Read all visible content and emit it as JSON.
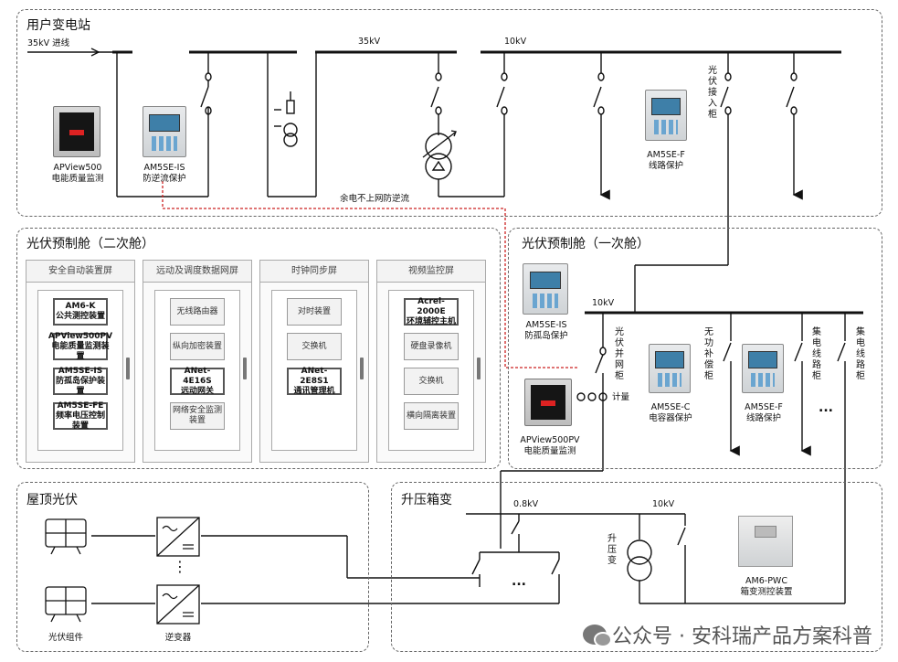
{
  "panels": {
    "substation": "用户变电站",
    "secondary": "光伏预制舱（二次舱）",
    "primary": "光伏预制舱（一次舱）",
    "rooftop": "屋顶光伏",
    "boost": "升压箱变"
  },
  "substation": {
    "incoming_label": "35kV 进线",
    "bus_35kv": "35kV",
    "bus_10kv": "10kV",
    "pv_inlet_cabinet": "光伏接入柜",
    "apview500": "APView500\n电能质量监测",
    "am5se_is": "AM5SE-IS\n防逆流保护",
    "am5se_f": "AM5SE-F\n线路保护",
    "anti_reverse_note": "余电不上网防逆流"
  },
  "secondary": {
    "cabinets": [
      {
        "title": "安全自动装置屏",
        "devices": [
          {
            "text": "AM6-K\n公共测控装置",
            "style": "bold"
          },
          {
            "text": "APView500PV\n电能质量监测装置",
            "style": "bold"
          },
          {
            "text": "AM5SE-IS\n防孤岛保护装置",
            "style": "bold"
          },
          {
            "text": "AM5SE-FE\n频率电压控制装置",
            "style": "bold"
          }
        ]
      },
      {
        "title": "远动及调度数据网屏",
        "devices": [
          {
            "text": "无线路由器",
            "style": "soft"
          },
          {
            "text": "纵向加密装置",
            "style": "soft"
          },
          {
            "text": "ANet-4E16S\n远动网关",
            "style": "bold"
          },
          {
            "text": "网络安全监测装置",
            "style": "soft"
          }
        ]
      },
      {
        "title": "时钟同步屏",
        "devices": [
          {
            "text": "对时装置",
            "style": "soft"
          },
          {
            "text": "交换机",
            "style": "soft"
          },
          {
            "text": "ANet-2E8S1\n通讯管理机",
            "style": "bold"
          }
        ]
      },
      {
        "title": "视频监控屏",
        "devices": [
          {
            "text": "Acrel-2000E\n环境辅控主机",
            "style": "bold"
          },
          {
            "text": "硬盘录像机",
            "style": "soft"
          },
          {
            "text": "交换机",
            "style": "soft"
          },
          {
            "text": "横向隔离装置",
            "style": "soft"
          }
        ]
      }
    ]
  },
  "primary": {
    "bus_10kv": "10kV",
    "am5se_is": "AM5SE-IS\n防孤岛保护",
    "apview500pv": "APView500PV\n电能质量监测",
    "pv_grid_cabinet": "光伏并网柜",
    "metering": "计量",
    "reactive_cabinet": "无功补偿柜",
    "collector_cabinet_1": "集电线路柜",
    "collector_cabinet_2": "集电线路柜",
    "am5se_c": "AM5SE-C\n电容器保护",
    "am5se_f": "AM5SE-F\n线路保护",
    "ellipsis": "..."
  },
  "rooftop": {
    "pv_module": "光伏组件",
    "inverter": "逆变器",
    "vdots": "⋮"
  },
  "boost": {
    "lv": "0.8kV",
    "hv": "10kV",
    "transformer": "升压变",
    "ellipsis": "...",
    "am6_pwc": "AM6-PWC\n箱变测控装置"
  },
  "watermark": "公众号 · 安科瑞产品方案科普"
}
